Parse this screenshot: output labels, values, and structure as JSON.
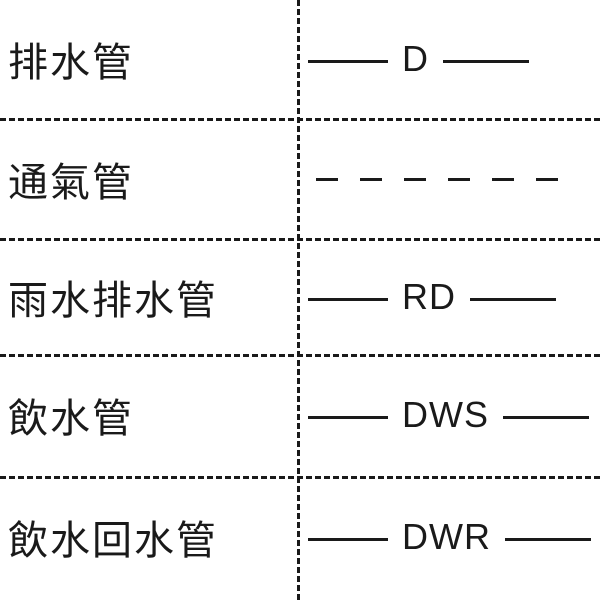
{
  "rows": [
    {
      "name": "排水管",
      "code": "D",
      "style": "solid-code"
    },
    {
      "name": "通氣管",
      "code": "",
      "style": "dashed"
    },
    {
      "name": "雨水排水管",
      "code": "RD",
      "style": "solid-code"
    },
    {
      "name": "飲水管",
      "code": "DWS",
      "style": "solid-code"
    },
    {
      "name": "飲水回水管",
      "code": "DWR",
      "style": "solid-code"
    }
  ]
}
